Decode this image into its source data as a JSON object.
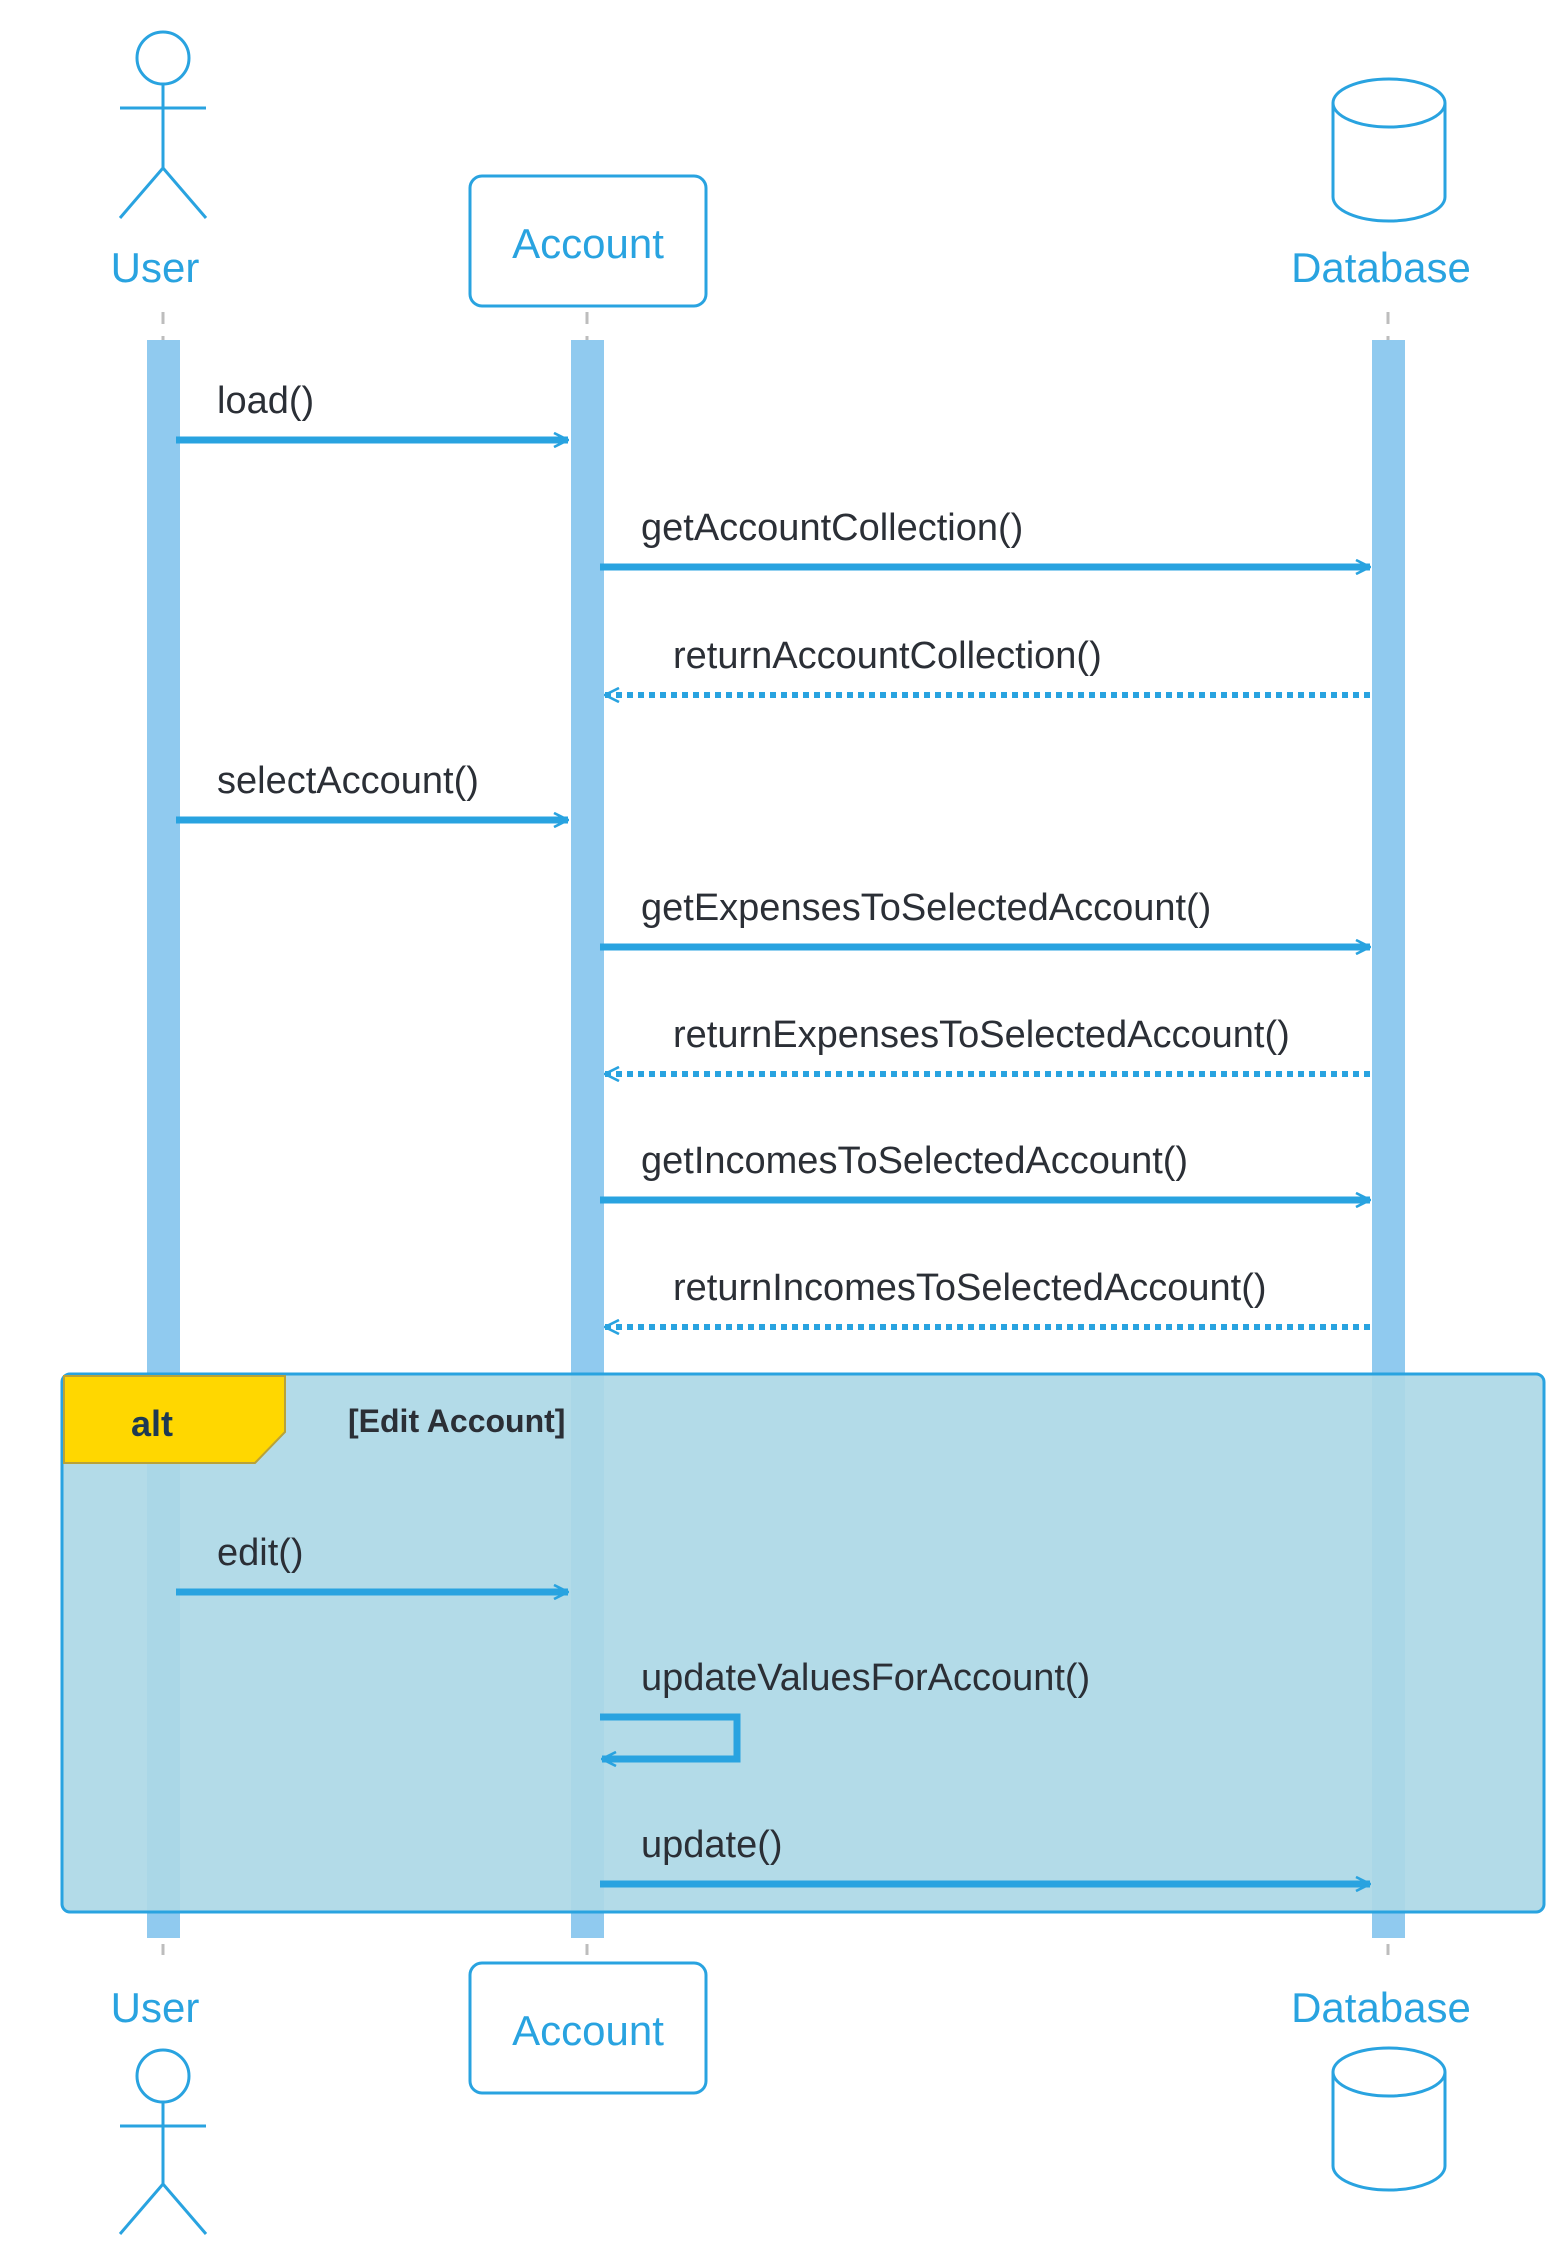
{
  "colors": {
    "accent": "#29a3e0",
    "activation": "#90caef",
    "lifeline": "#bdbdbd",
    "frame_fill": "#add8e6",
    "frame_border": "#29a3e0",
    "frame_tab": "#ffd700",
    "text": "#2b2f36"
  },
  "participants": {
    "user": {
      "name": "User",
      "shape": "actor-icon"
    },
    "account": {
      "name": "Account",
      "shape": "box"
    },
    "database": {
      "name": "Database",
      "shape": "database-icon"
    }
  },
  "messages": [
    {
      "label": "load()",
      "from": "user",
      "to": "account",
      "style": "solid"
    },
    {
      "label": "getAccountCollection()",
      "from": "account",
      "to": "database",
      "style": "solid"
    },
    {
      "label": "returnAccountCollection()",
      "from": "database",
      "to": "account",
      "style": "dotted"
    },
    {
      "label": "selectAccount()",
      "from": "user",
      "to": "account",
      "style": "solid"
    },
    {
      "label": "getExpensesToSelectedAccount()",
      "from": "account",
      "to": "database",
      "style": "solid"
    },
    {
      "label": "returnExpensesToSelectedAccount()",
      "from": "database",
      "to": "account",
      "style": "dotted"
    },
    {
      "label": "getIncomesToSelectedAccount()",
      "from": "account",
      "to": "database",
      "style": "solid"
    },
    {
      "label": "returnIncomesToSelectedAccount()",
      "from": "database",
      "to": "account",
      "style": "dotted"
    },
    {
      "label": "edit()",
      "from": "user",
      "to": "account",
      "style": "solid"
    },
    {
      "label": "updateValuesForAccount()",
      "from": "account",
      "to": "account",
      "style": "self"
    },
    {
      "label": "update()",
      "from": "account",
      "to": "database",
      "style": "solid"
    }
  ],
  "frame": {
    "operator": "alt",
    "guard": "[Edit Account]"
  }
}
